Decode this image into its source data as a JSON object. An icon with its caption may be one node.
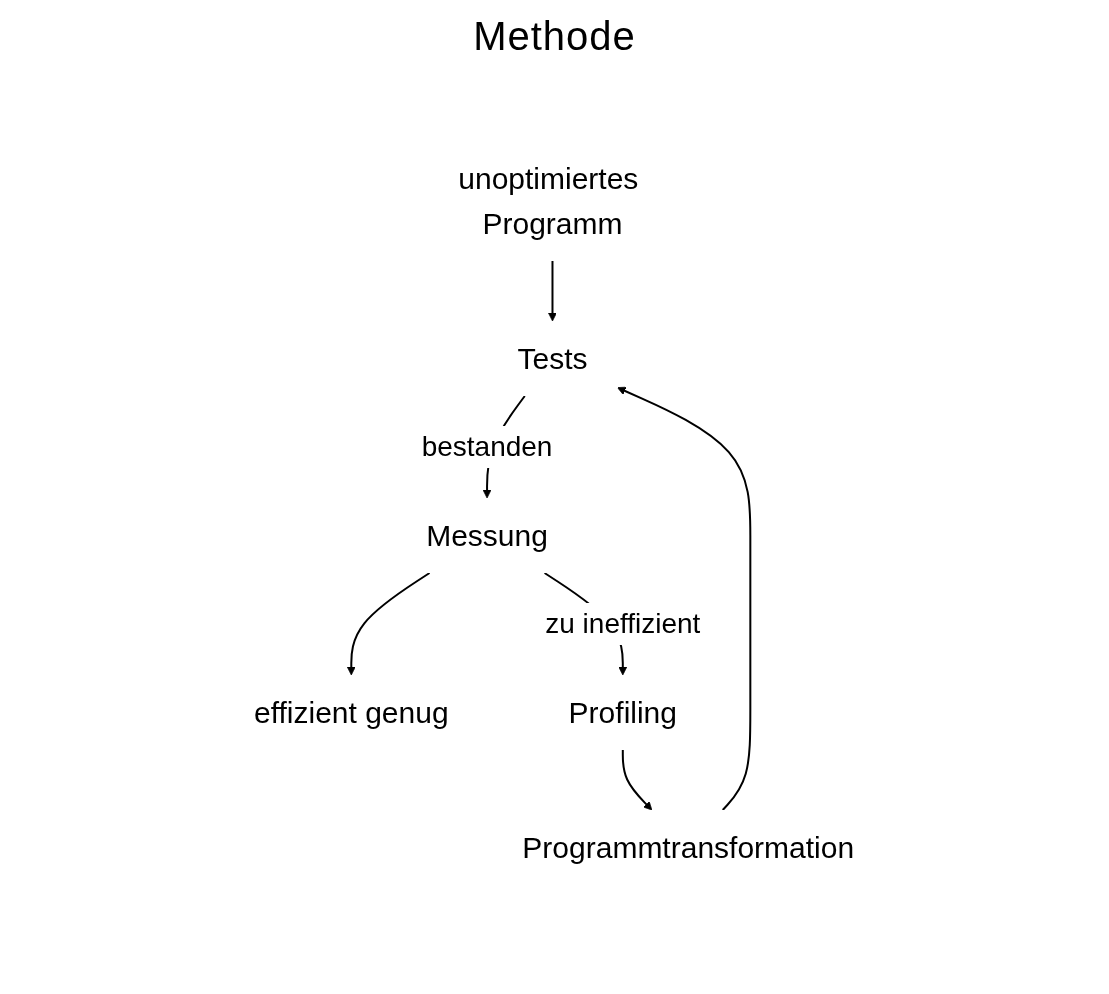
{
  "diagram": {
    "title": "Methode",
    "nodes": [
      {
        "text": [
          "unoptimiertes Programm"
        ]
      },
      {
        "text": [
          "Tests"
        ]
      },
      {
        "text": [
          "Messung"
        ]
      },
      {
        "text": [
          "effizient genug"
        ]
      },
      {
        "text": [
          "Profiling"
        ]
      },
      {
        "text": [
          "Programmtransformation"
        ]
      }
    ],
    "edges": [
      {
        "from": 0,
        "to": 1,
        "arrow": "to"
      },
      {
        "from": 1,
        "to": 2,
        "arrow": "to",
        "label": "bestanden"
      },
      {
        "from": 2,
        "to": 3,
        "arrow": "to"
      },
      {
        "from": 2,
        "to": 4,
        "arrow": "to",
        "label": "zu ineffizient"
      },
      {
        "from": 4,
        "to": 5,
        "arrow": "to"
      },
      {
        "from": 5,
        "to": 1,
        "arrow": "to"
      }
    ]
  }
}
